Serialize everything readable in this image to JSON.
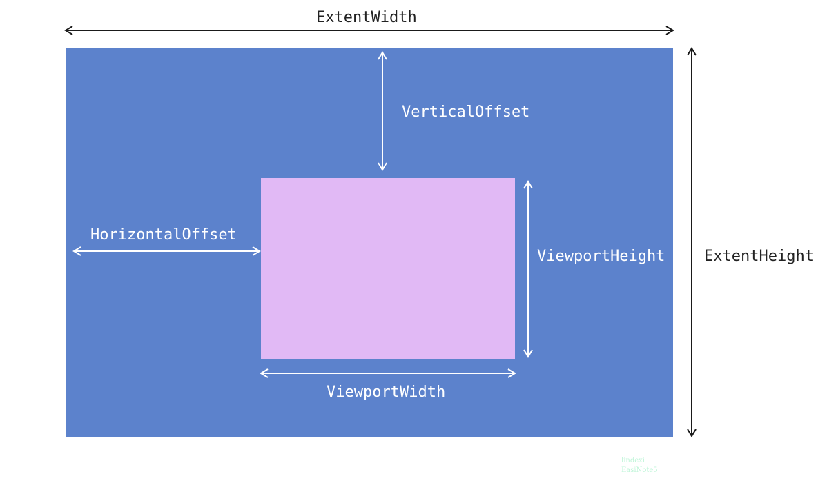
{
  "colors": {
    "extent_fill": "#5c82cc",
    "viewport_fill": "#e1b9f5",
    "inner_arrow": "#ffffff",
    "outer_arrow": "#1a1a1a",
    "watermark": "#bff5d8"
  },
  "labels": {
    "extent_width": "ExtentWidth",
    "extent_height": "ExtentHeight",
    "vertical_offset": "VerticalOffset",
    "horizontal_offset": "HorizontalOffset",
    "viewport_height": "ViewportHeight",
    "viewport_width": "ViewportWidth"
  },
  "watermark": {
    "line1": "lindexi",
    "line2": "EasiNote5"
  }
}
